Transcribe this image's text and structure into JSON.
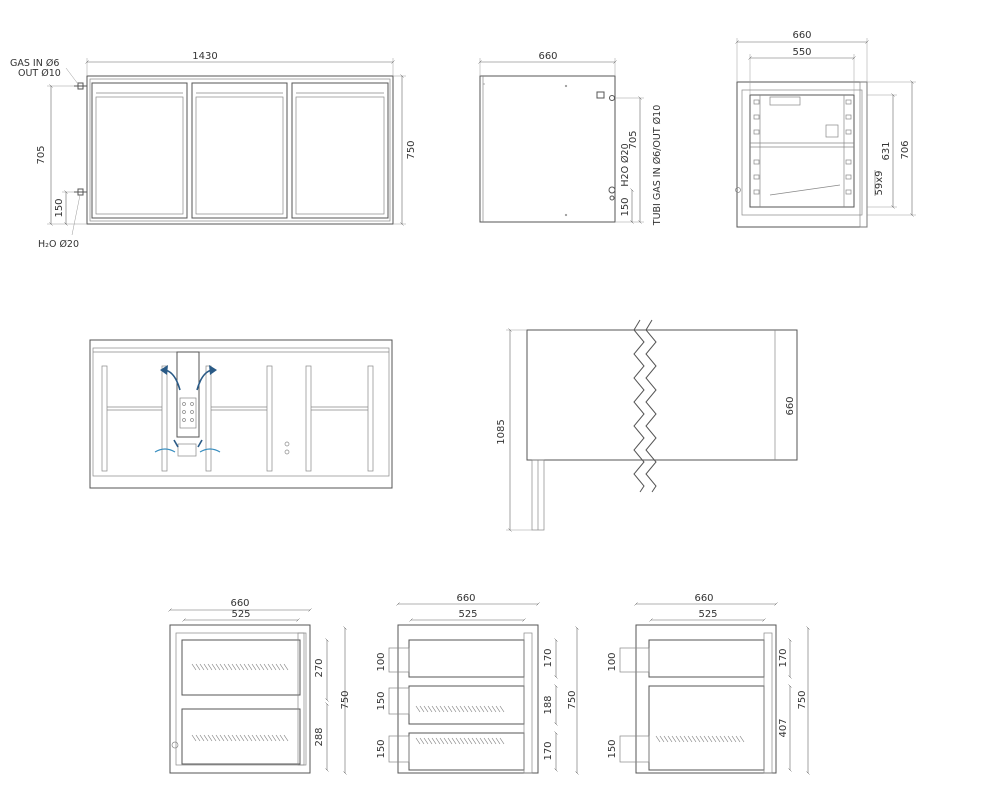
{
  "labels": {
    "front_gas": [
      "GAS IN Ø6",
      "OUT Ø10"
    ],
    "front_h2o": "H₂O Ø20",
    "side_h2o": "H2O Ø20",
    "side_gas": "TUBI GAS IN Ø6/OUT Ø10"
  },
  "dims": {
    "front_width": "1430",
    "front_height": "750",
    "front_gas_height": "705",
    "front_h2o_height": "150",
    "side_width": "660",
    "side_gas_height": "705",
    "side_h2o_height": "150",
    "end_outer_width": "660",
    "end_inner_width": "550",
    "end_inner_height": "631",
    "end_outer_height": "706",
    "end_slot": "59x9",
    "top_length": "1085",
    "top_depth": "660",
    "d1_outer": "660",
    "d1_inner": "525",
    "d1_h_top": "270",
    "d1_h_bottom": "288",
    "d1_total": "750",
    "d2_outer": "660",
    "d2_inner": "525",
    "d2_h1": "170",
    "d2_h2": "188",
    "d2_h3": "170",
    "d2_total": "750",
    "d2_d1": "100",
    "d2_d2": "150",
    "d2_d3": "150",
    "d3_outer": "660",
    "d3_inner": "525",
    "d3_h1": "170",
    "d3_h2": "407",
    "d3_total": "750",
    "d3_d1": "100",
    "d3_d2": "150"
  }
}
